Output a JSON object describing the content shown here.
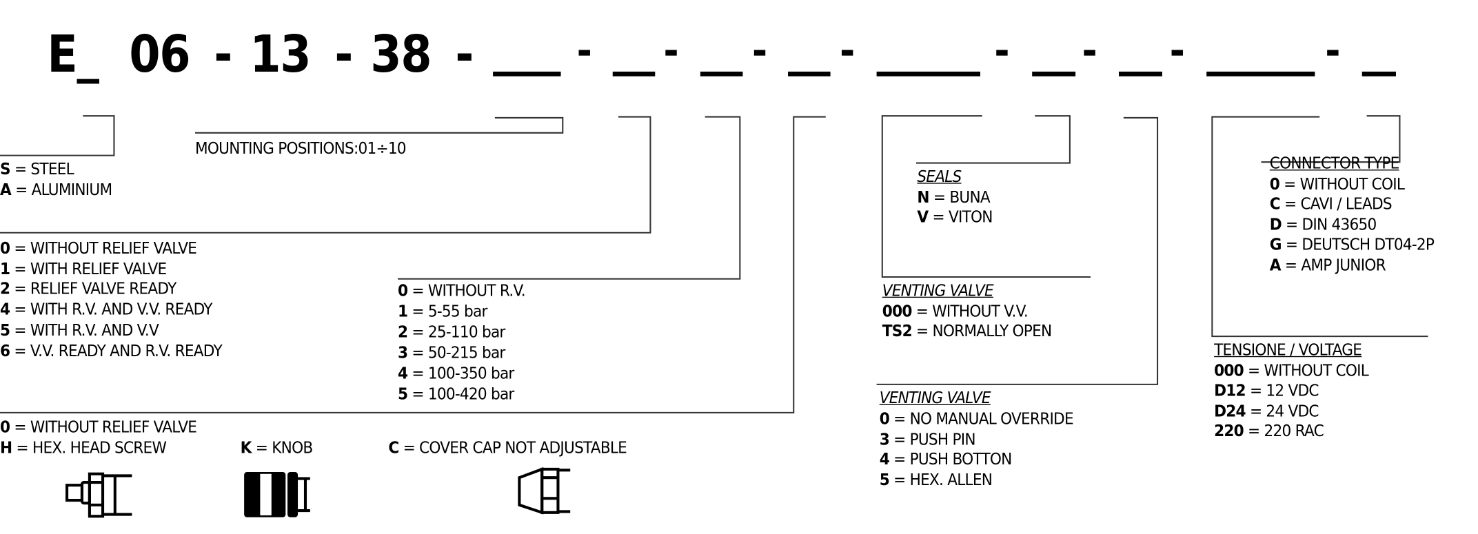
{
  "code": {
    "fixed": [
      "E_",
      "06",
      "13",
      "38"
    ],
    "separator": "-"
  },
  "mounting": {
    "text": "MOUNTING POSITIONS:01÷10"
  },
  "separator": "=",
  "material": [
    {
      "code": "S",
      "label": "STEEL"
    },
    {
      "code": "A",
      "label": "ALUMINIUM"
    }
  ],
  "relief_valve": [
    {
      "code": "0",
      "label": "WITHOUT RELIEF VALVE"
    },
    {
      "code": "1",
      "label": "WITH RELIEF VALVE"
    },
    {
      "code": "2",
      "label": "RELIEF VALVE READY"
    },
    {
      "code": "4",
      "label": "WITH R.V. AND V.V. READY"
    },
    {
      "code": "5",
      "label": "WITH R.V. AND V.V"
    },
    {
      "code": "6",
      "label": "V.V. READY AND R.V. READY"
    }
  ],
  "pressure": [
    {
      "code": "0",
      "label": "WITHOUT R.V."
    },
    {
      "code": "1",
      "label": "5-55 bar"
    },
    {
      "code": "2",
      "label": "25-110 bar"
    },
    {
      "code": "3",
      "label": "50-215 bar"
    },
    {
      "code": "4",
      "label": "100-350 bar"
    },
    {
      "code": "5",
      "label": "100-420 bar"
    }
  ],
  "adjustment": [
    {
      "code": "0",
      "label": "WITHOUT RELIEF VALVE"
    },
    {
      "code": "H",
      "label": "HEX. HEAD SCREW"
    },
    {
      "code": "K",
      "label": "KNOB"
    },
    {
      "code": "C",
      "label": "COVER CAP NOT ADJUSTABLE"
    }
  ],
  "seals": {
    "title": "SEALS",
    "items": [
      {
        "code": "N",
        "label": "BUNA"
      },
      {
        "code": "V",
        "label": "VITON"
      }
    ]
  },
  "venting_valve": {
    "title": "VENTING VALVE",
    "items": [
      {
        "code": "000",
        "label": "WITHOUT V.V."
      },
      {
        "code": "TS2",
        "label": "NORMALLY OPEN"
      }
    ]
  },
  "venting_override": {
    "title": "VENTING VALVE",
    "items": [
      {
        "code": "0",
        "label": "NO MANUAL OVERRIDE"
      },
      {
        "code": "3",
        "label": "PUSH PIN"
      },
      {
        "code": "4",
        "label": "PUSH BOTTON"
      },
      {
        "code": "5",
        "label": "HEX. ALLEN"
      }
    ]
  },
  "connector": {
    "title": "CONNECTOR TYPE",
    "items": [
      {
        "code": "0",
        "label": "WITHOUT COIL"
      },
      {
        "code": "C",
        "label": "CAVI / LEADS"
      },
      {
        "code": "D",
        "label": "DIN 43650"
      },
      {
        "code": "G",
        "label": "DEUTSCH DT04-2P"
      },
      {
        "code": "A",
        "label": "AMP JUNIOR"
      }
    ]
  },
  "voltage": {
    "title": "TENSIONE / VOLTAGE",
    "items": [
      {
        "code": "000",
        "label": "WITHOUT COIL"
      },
      {
        "code": "D12",
        "label": "12 VDC"
      },
      {
        "code": "D24",
        "label": "24 VDC"
      },
      {
        "code": "220",
        "label": "220 RAC"
      }
    ]
  }
}
